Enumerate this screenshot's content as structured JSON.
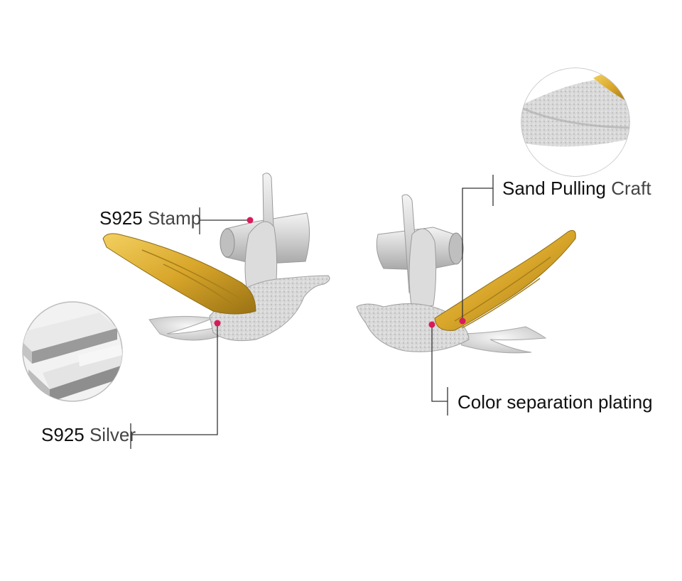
{
  "labels": {
    "stamp": {
      "strong": "S925",
      "light": "Stamp"
    },
    "silver": {
      "strong": "S925",
      "light": "Silver"
    },
    "sand": {
      "strong": "Sand Pulling",
      "light": "Craft"
    },
    "color": {
      "strong": "Color separation plating",
      "light": ""
    }
  },
  "colors": {
    "marker": "#d81b5a",
    "line": "#333333",
    "gold": "#d8a929",
    "silver": "#d9d9d9",
    "background": "#ffffff"
  }
}
